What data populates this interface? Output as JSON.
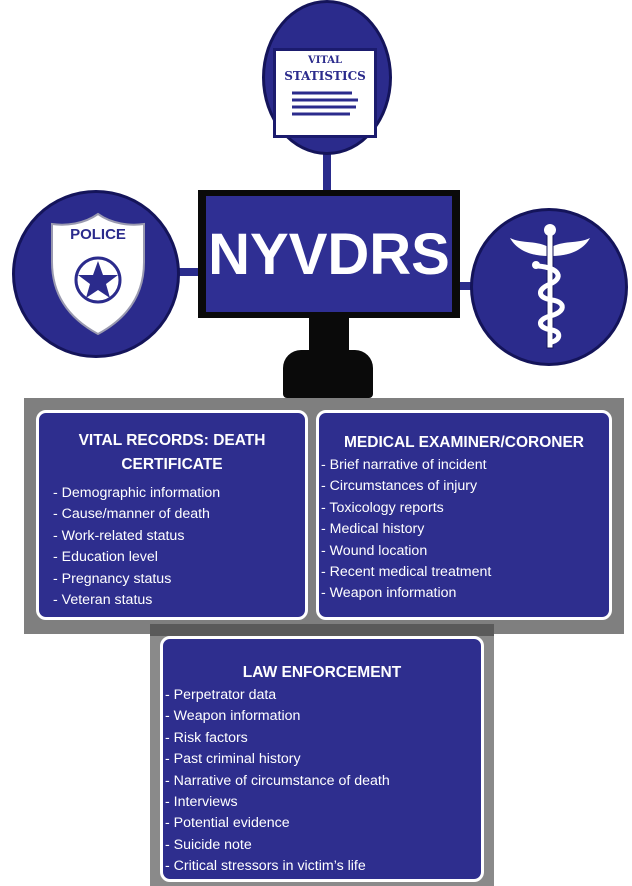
{
  "center": {
    "title": "NYVDRS"
  },
  "icons": {
    "vital_statistics": {
      "line1": "VITAL",
      "line2": "STATISTICS",
      "icon": "document-icon"
    },
    "police": {
      "label": "POLICE",
      "icon": "police-badge-icon"
    },
    "medical": {
      "icon": "caduceus-icon"
    }
  },
  "boxes": {
    "vital_records": {
      "title": "VITAL RECORDS: DEATH CERTIFICATE",
      "items": [
        "Demographic information",
        "Cause/manner of death",
        "Work-related status",
        "Education level",
        "Pregnancy status",
        "Veteran status"
      ]
    },
    "medical_examiner": {
      "title": "MEDICAL EXAMINER/CORONER",
      "items": [
        "Brief narrative of incident",
        "Circumstances of injury",
        "Toxicology reports",
        "Medical history",
        "Wound location",
        "Recent medical treatment",
        "Weapon information"
      ]
    },
    "law_enforcement": {
      "title": "LAW ENFORCEMENT",
      "items": [
        "Perpetrator data",
        "Weapon information",
        "Risk factors",
        "Past criminal history",
        "Narrative of circumstance of death",
        "Interviews",
        "Potential evidence",
        "Suicide note",
        "Critical stressors in victim’s life"
      ]
    }
  },
  "colors": {
    "navy": "#2e2e8e",
    "frame": "#0a0a0a",
    "panel_gray": "#7f7f7f",
    "text": "#ffffff"
  }
}
